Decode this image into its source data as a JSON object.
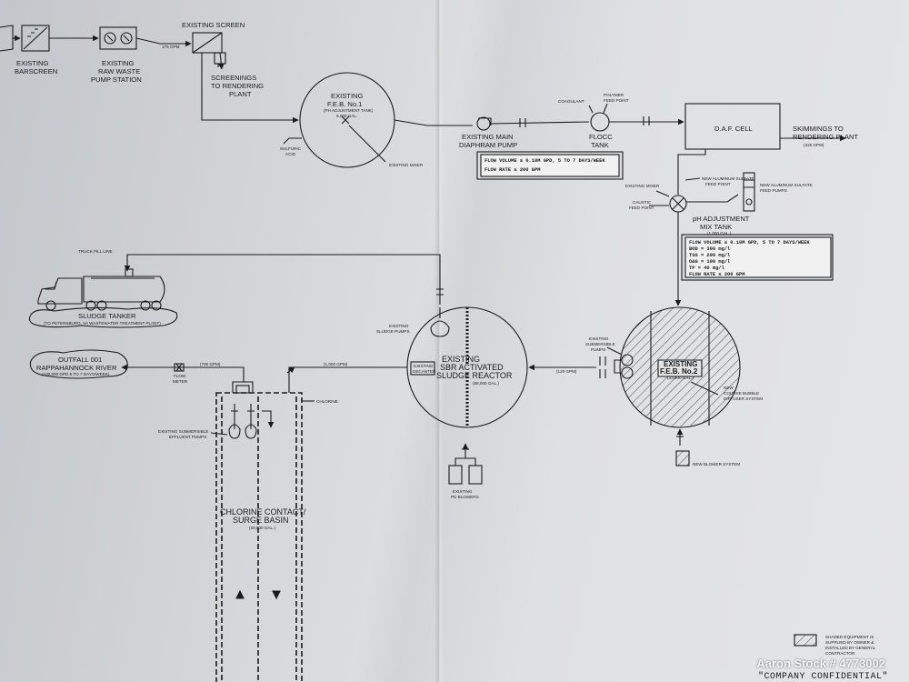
{
  "labels": {
    "existing_barscreen": [
      "EXISTING",
      "BARSCREEN"
    ],
    "raw_waste_pump": [
      "EXISTING",
      "RAW WASTE",
      "PUMP STATION"
    ],
    "existing_screen": "EXISTING SCREEN",
    "screenings": [
      "SCREENINGS",
      "TO RENDERING",
      "PLANT"
    ],
    "flow_175": "175 GPM",
    "feb1": [
      "EXISTING",
      "F.E.B. No.1"
    ],
    "feb1_sub": [
      "(PH ADJUSTMENT TANK)",
      "5,000 GAL."
    ],
    "sulfuric_acid": [
      "SULFURIC",
      "ACID"
    ],
    "existing_mixer_feb1": "EXISTING MIXER",
    "main_pump": [
      "EXISTING MAIN",
      "DIAPHRAM PUMP"
    ],
    "coagulant": "COAGULANT",
    "polymer": [
      "POLYMER",
      "FEED POINT"
    ],
    "flocc_tank": [
      "FLOCC",
      "TANK"
    ],
    "daf_cell": "D.A.F. CELL",
    "skimmings": [
      "SKIMMINGS TO",
      "RENDERING PLANT"
    ],
    "skimmings_gpm": "(325 GPM)",
    "existing_mixer_ph": "EXISTING MIXER",
    "caustic": [
      "CAUSTIC",
      "FEED POINT"
    ],
    "alum_left": [
      "NEW ALUMINUM SULFATE",
      "FEED POINT"
    ],
    "alum_right": [
      "NEW ALUMINUM SULFATE",
      "FEED PUMPS"
    ],
    "ph_tank": [
      "pH ADJUSTMENT",
      "MIX TANK"
    ],
    "ph_tank_gal": "(1,000 GAL.)",
    "box1_lines": [
      "FLOW VOLUME ≤ 0.10M GPD, 5 TO 7 DAYS/WEEK",
      "FLOW RATE ≤     200 GPM"
    ],
    "box2_lines": [
      "FLOW VOLUME ≤ 0.10M GPD, 5 TO 7 DAYS/WEEK",
      "BOD    =     300 mg/l",
      "TSS    =     200 mg/l",
      "O&G    =     100 mg/l",
      "TP     =      40 mg/l",
      "FLOW RATE ≤    200 GPM"
    ],
    "truck_fill": "TRUCK FILL LINE",
    "sludge_tanker": "SLUDGE TANKER",
    "sludge_tanker_sub": "(TO PETERSBURG, VA WASTEWATER TREATMENT PLANT)",
    "outfall": [
      "OUTFALL 001",
      "RAPPAHANNOCK RIVER"
    ],
    "outfall_sub": "(100,000 GPD 5 TO 7 DAYS/WEEK)",
    "flow_meter": [
      "FLOW",
      "METER"
    ],
    "flow_700": "(700 GPM)",
    "flow_1000": "(1,000 GPM)",
    "flow_120": "(120 GPM)",
    "chlorine": "CHLORINE",
    "sludge_pumps": [
      "EXISTING",
      "SLUDGE PUMPS"
    ],
    "decanter": [
      "EXISTING",
      "DECANTER"
    ],
    "sbr": [
      "EXISTING",
      "SBR ACTIVATED",
      "SLUDGE REACTOR"
    ],
    "sbr_gal": "(88,000 GAL.)",
    "effluent_pumps": [
      "EXISTING SUBMERSIBLE",
      "EFFLUENT PUMPS"
    ],
    "chlorine_basin": [
      "CHLORINE CONTACT/",
      "SURGE BASIN"
    ],
    "chlorine_basin_gal": "(30,000 GAL.)",
    "blowers": [
      "EXISTING",
      "PD BLOWERS"
    ],
    "submersible_pumps": [
      "EXISTING",
      "SUBMERSIBLE",
      "PUMPS"
    ],
    "feb2": [
      "EXISTING",
      "F.E.B. No.2"
    ],
    "feb2_gal": "(33,000 GAL.)",
    "diffuser": [
      "NEW",
      "COURSE BUBBLE",
      "DIFFUSER SYSTEM"
    ],
    "new_blower": "NEW BLOWER SYSTEM",
    "legend": [
      "SHADED EQUIPMENT IS",
      "SUPPLIED BY OWNER &",
      "INSTALLED BY GENERAL",
      "CONTRACTOR"
    ],
    "company_confidential": "\"COMPANY CONFIDENTIAL\""
  },
  "watermark": "Aaron Stock # 4773002",
  "colors": {
    "ink": "#1b1b1b",
    "paper": "#dcdde0",
    "box_fill": "#f1f1f1"
  }
}
